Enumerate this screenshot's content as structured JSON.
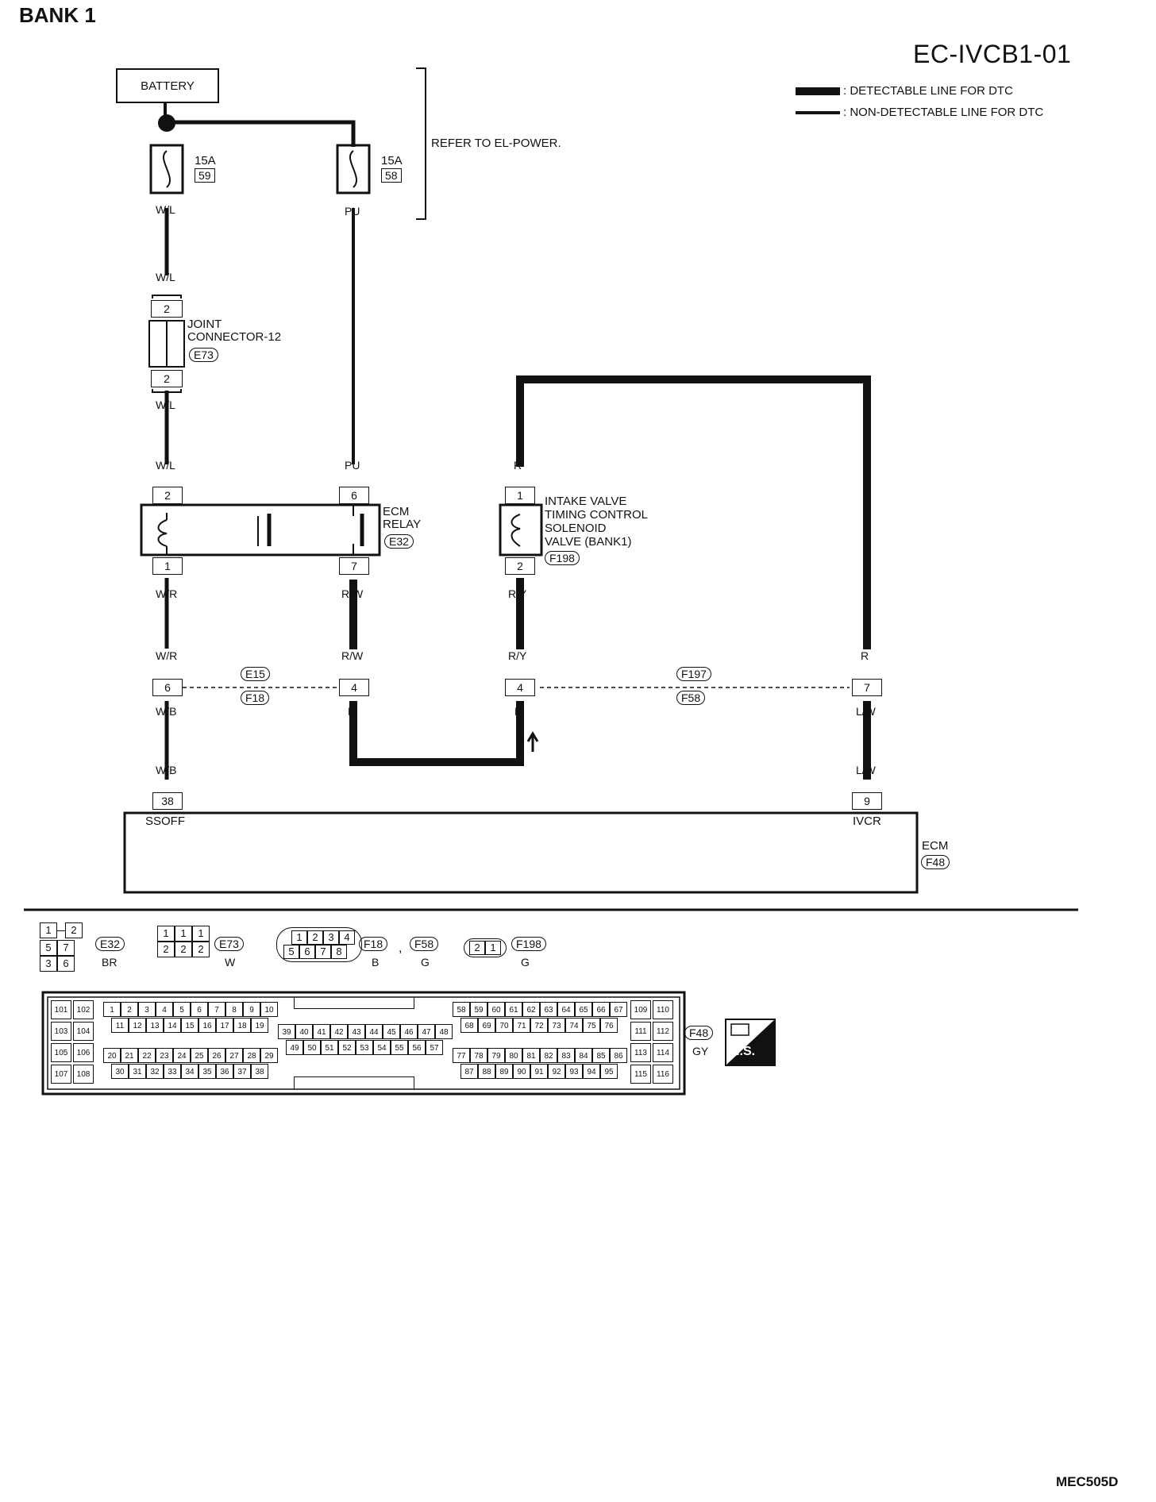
{
  "header": {
    "bank_title": "BANK 1",
    "diagram_code": "EC-IVCB1-01"
  },
  "legend": {
    "detectable": ": DETECTABLE LINE FOR DTC",
    "non_detectable": ": NON-DETECTABLE LINE FOR DTC"
  },
  "power": {
    "battery": "BATTERY",
    "fuse_left": {
      "rating": "15A",
      "number": "59",
      "wire": "W/L"
    },
    "fuse_right": {
      "rating": "15A",
      "number": "58",
      "wire": "PU"
    },
    "refer": "REFER TO EL-POWER."
  },
  "joint_connector": {
    "title_line1": "JOINT",
    "title_line2": "CONNECTOR-12",
    "code": "E73",
    "pin_top": "2",
    "pin_bottom": "2",
    "wire_above": "W/L",
    "wire_below": "W/L"
  },
  "ecm_relay": {
    "title_line1": "ECM",
    "title_line2": "RELAY",
    "code": "E32",
    "pin_2": "2",
    "pin_6": "6",
    "pin_1": "1",
    "pin_7": "7",
    "wire_in_left": "W/L",
    "wire_in_right": "PU",
    "wire_out_left": "W/R",
    "wire_out_right": "R/W"
  },
  "solenoid": {
    "line1": "INTAKE VALVE",
    "line2": "TIMING CONTROL",
    "line3": "SOLENOID",
    "line4": "VALVE (BANK1)",
    "code": "F198",
    "pin_top": "1",
    "pin_bottom": "2",
    "wire_top": "R",
    "wire_bottom": "R/Y"
  },
  "harness": {
    "left_code_top": "E15",
    "left_code_bottom": "F18",
    "right_code_top": "F197",
    "right_code_bottom": "F58",
    "pins": [
      "6",
      "4",
      "4",
      "7"
    ],
    "wires_above": [
      "W/R",
      "R/W",
      "R/Y",
      "R"
    ],
    "wires_below": [
      "W/B",
      "R",
      "R",
      "L/W"
    ]
  },
  "ecm": {
    "title": "ECM",
    "code": "F48",
    "pin_left": "38",
    "pin_left_label": "SSOFF",
    "pin_right": "9",
    "pin_right_label": "IVCR",
    "wire_left": "W/B",
    "wire_right": "L/W"
  },
  "connectors": {
    "e32": {
      "code": "E32",
      "color": "BR",
      "pins": [
        "1",
        "2",
        "5",
        "7",
        "3",
        "6"
      ]
    },
    "e73": {
      "code": "E73",
      "color": "W",
      "pins": [
        "1",
        "1",
        "1",
        "2",
        "2",
        "2"
      ]
    },
    "f18": {
      "code": "F18",
      "color": "B",
      "pins": [
        "1",
        "2",
        "3",
        "4",
        "5",
        "6",
        "7",
        "8"
      ]
    },
    "sep": ",",
    "f58": {
      "code": "F58",
      "color": "G"
    },
    "f198": {
      "code": "F198",
      "color": "G",
      "pins": [
        "2",
        "1"
      ]
    },
    "f48": {
      "code": "F48",
      "color": "GY"
    },
    "hs": "H.S."
  },
  "footer": {
    "code": "MEC505D"
  }
}
